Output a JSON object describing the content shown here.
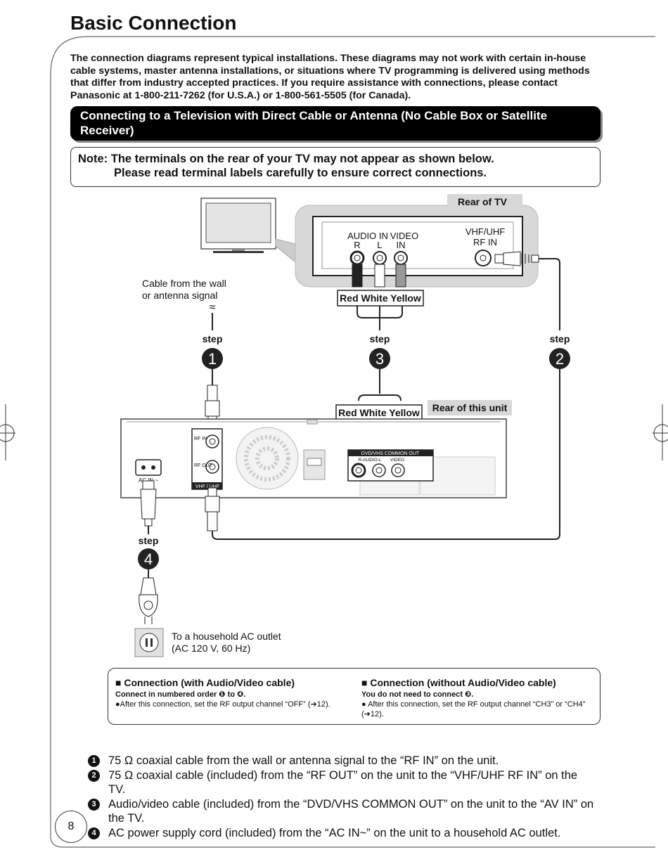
{
  "title": "Basic Connection",
  "intro": "The connection diagrams represent typical installations. These diagrams may not work with certain in-house cable systems, master antenna installations, or situations where TV programming is delivered using methods that differ from industry accepted practices. If you require assistance with connections, please contact Panasonic at 1-800-211-7262 (for U.S.A.) or 1-800-561-5505 (for Canada).",
  "banner": "Connecting to a Television with Direct Cable or Antenna (No Cable Box or Satellite Receiver)",
  "note": {
    "line1": "Note: The terminals on the rear of your TV may not appear as shown below.",
    "line2": "Please read terminal labels carefully to ensure correct connections."
  },
  "diagram": {
    "rear_tv_label": "Rear of TV",
    "audio_in": "AUDIO IN",
    "r": "R",
    "l": "L",
    "video": "VIDEO",
    "in": "IN",
    "vhf_uhf": "VHF/UHF",
    "rf_in": "RF IN",
    "cable_line1": "Cable from the wall",
    "cable_line2": "or antenna signal",
    "colors_top": "Red White Yellow",
    "colors_bottom": "Red White Yellow",
    "rear_unit_label": "Rear of this unit",
    "step_word": "step",
    "step1": "1",
    "step2": "2",
    "step3": "3",
    "step4": "4",
    "unit_rf_in": "RF IN",
    "unit_rf_out": "RF OUT",
    "unit_vhf_uhf": "VHF / UHF",
    "ac_in": "AC IN ~",
    "common_out": "DVD/VHS COMMON OUT",
    "r_audio_l": "R-AUDIO-L",
    "unit_video": "VIDEO",
    "outlet_line1": "To a household AC outlet",
    "outlet_line2": "(AC 120 V, 60 Hz)"
  },
  "connection_box": {
    "left_title": "■ Connection (with Audio/Video cable)",
    "left_bold": "Connect in numbered order ❶ to ❹.",
    "left_text": "●After this connection, set the RF output channel “OFF” (➔12).",
    "right_title": "■ Connection (without Audio/Video cable)",
    "right_bold": "You do not need to connect ❸.",
    "right_text": "● After this connection, set the RF output channel “CH3” or “CH4” (➔12)."
  },
  "steps": [
    {
      "num": "1",
      "text": "75 Ω coaxial cable from the wall or antenna signal to the “RF IN” on the unit."
    },
    {
      "num": "2",
      "text": "75 Ω coaxial cable (included) from the “RF OUT” on the unit to the “VHF/UHF RF IN” on the TV."
    },
    {
      "num": "3",
      "text": "Audio/video cable (included) from the “DVD/VHS COMMON OUT” on the unit to the “AV IN” on the TV."
    },
    {
      "num": "4",
      "text": "AC power supply cord (included) from the “AC IN~” on the unit to a household AC outlet."
    }
  ],
  "page_number": "8"
}
